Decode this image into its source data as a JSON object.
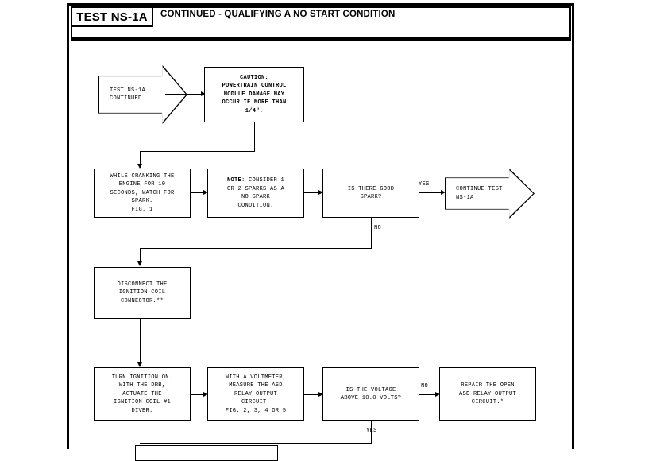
{
  "header": {
    "test_id": "TEST NS-1A",
    "subtitle": "CONTINUED - QUALIFYING A NO START CONDITION"
  },
  "flow": {
    "nodes": {
      "start": "TEST NS-1A\nCONTINUED",
      "caution": "CAUTION:\nPOWERTRAIN CONTROL\nMODULE DAMAGE MAY\nOCCUR IF MORE THAN\n1/4\".",
      "crank": "WHILE CRANKING THE\nENGINE FOR 10\nSECONDS, WATCH FOR\nSPARK.\nFIG. 1",
      "note_bold": "NOTE",
      "note_rest": ": CONSIDER 1\nOR 2 SPARKS AS A\nNO SPARK\nCONDITION.",
      "spark_decision": "IS THERE GOOD\nSPARK?",
      "continue_test": "CONTINUE TEST\nNS-1A",
      "disconnect": "DISCONNECT THE\nIGNITION COIL\nCONNECTOR.**",
      "turn_ignition": "TURN IGNITION ON.\nWITH THE DRB,\nACTUATE THE\nIGNITION COIL #1\nDIVER.",
      "voltmeter": "WITH A VOLTMETER,\nMEASURE THE ASD\nRELAY OUTPUT\nCIRCUIT.\nFIG. 2, 3, 4 OR 5",
      "voltage_decision": "IS THE VOLTAGE\nABOVE 10.0 VOLTS?",
      "repair": "REPAIR THE OPEN\nASD RELAY OUTPUT\nCIRCUIT.*"
    },
    "edge_labels": {
      "spark_yes": "YES",
      "spark_no": "NO",
      "voltage_no": "NO",
      "voltage_yes": "YES"
    }
  }
}
